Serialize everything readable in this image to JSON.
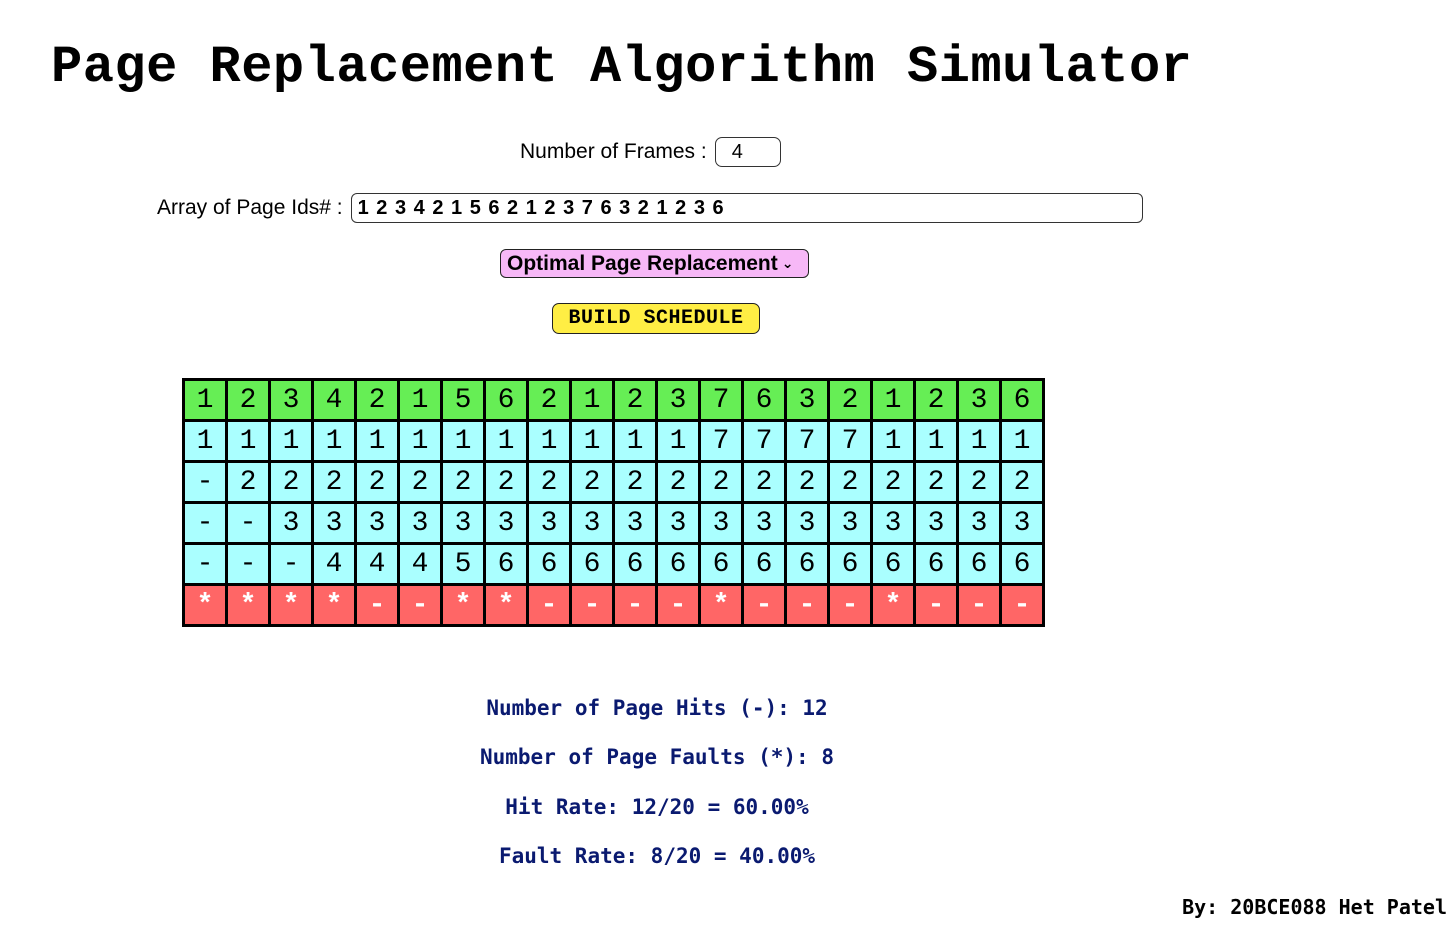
{
  "title": "Page Replacement Algorithm Simulator",
  "frames": {
    "label": "Number of Frames :",
    "value": "4"
  },
  "pages": {
    "label": "Array of Page Ids# :",
    "value": "1 2 3 4 2 1 5 6 2 1 2 3 7 6 3 2 1 2 3 6"
  },
  "algorithm": {
    "selected": "Optimal Page Replacement"
  },
  "build_button": "BUILD SCHEDULE",
  "schedule": {
    "header": [
      "1",
      "2",
      "3",
      "4",
      "2",
      "1",
      "5",
      "6",
      "2",
      "1",
      "2",
      "3",
      "7",
      "6",
      "3",
      "2",
      "1",
      "2",
      "3",
      "6"
    ],
    "frames": [
      [
        "1",
        "1",
        "1",
        "1",
        "1",
        "1",
        "1",
        "1",
        "1",
        "1",
        "1",
        "1",
        "7",
        "7",
        "7",
        "7",
        "1",
        "1",
        "1",
        "1"
      ],
      [
        "-",
        "2",
        "2",
        "2",
        "2",
        "2",
        "2",
        "2",
        "2",
        "2",
        "2",
        "2",
        "2",
        "2",
        "2",
        "2",
        "2",
        "2",
        "2",
        "2"
      ],
      [
        "-",
        "-",
        "3",
        "3",
        "3",
        "3",
        "3",
        "3",
        "3",
        "3",
        "3",
        "3",
        "3",
        "3",
        "3",
        "3",
        "3",
        "3",
        "3",
        "3"
      ],
      [
        "-",
        "-",
        "-",
        "4",
        "4",
        "4",
        "5",
        "6",
        "6",
        "6",
        "6",
        "6",
        "6",
        "6",
        "6",
        "6",
        "6",
        "6",
        "6",
        "6"
      ]
    ],
    "result": [
      "*",
      "*",
      "*",
      "*",
      "-",
      "-",
      "*",
      "*",
      "-",
      "-",
      "-",
      "-",
      "*",
      "-",
      "-",
      "-",
      "*",
      "-",
      "-",
      "-"
    ]
  },
  "stats": {
    "hits": "Number of Page Hits (-): 12",
    "faults": "Number of Page Faults (*): 8",
    "hit_rate": "Hit Rate: 12/20 = 60.00%",
    "fault_rate": "Fault Rate: 8/20 = 40.00%"
  },
  "author": "By: 20BCE088 Het Patel",
  "colors": {
    "header_cell": "#66ee55",
    "frame_cell": "#aaffff",
    "result_cell": "#ff6666",
    "select_bg": "#f7b8f7",
    "button_bg": "#ffee44",
    "stats_text": "#0a1a70"
  }
}
